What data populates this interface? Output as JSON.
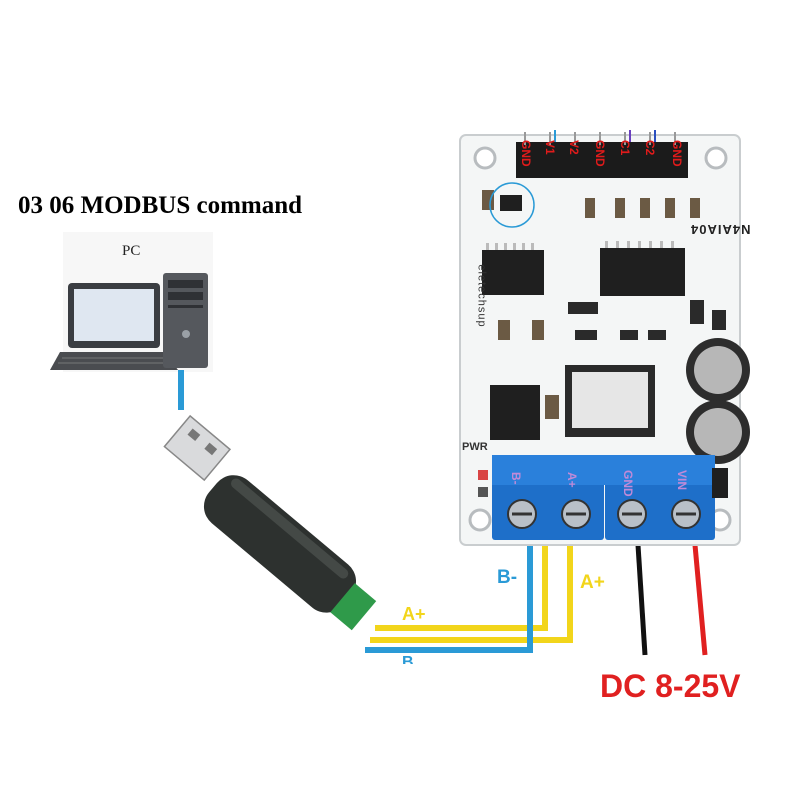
{
  "title": "03 06 MODBUS command",
  "pc": {
    "label": "PC"
  },
  "board": {
    "model": "N4AIA04",
    "brand": "eletechsup",
    "pwr_label": "PWR",
    "header_pins": [
      "GND",
      "V1",
      "V2",
      "GND",
      "C1",
      "C2",
      "GND"
    ],
    "terminals": [
      "B-",
      "A+",
      "GND",
      "VIN"
    ]
  },
  "wiring": {
    "b_minus": "B-",
    "a_plus_right": "A+",
    "a_plus_left": "A+",
    "b_left": "B",
    "power": "DC 8-25V"
  },
  "colors": {
    "rs485_b": "#2a9ad6",
    "rs485_a": "#f2d51b",
    "power_pos": "#e02020",
    "power_neg": "#111111",
    "terminal_block": "#1e6fc9"
  }
}
